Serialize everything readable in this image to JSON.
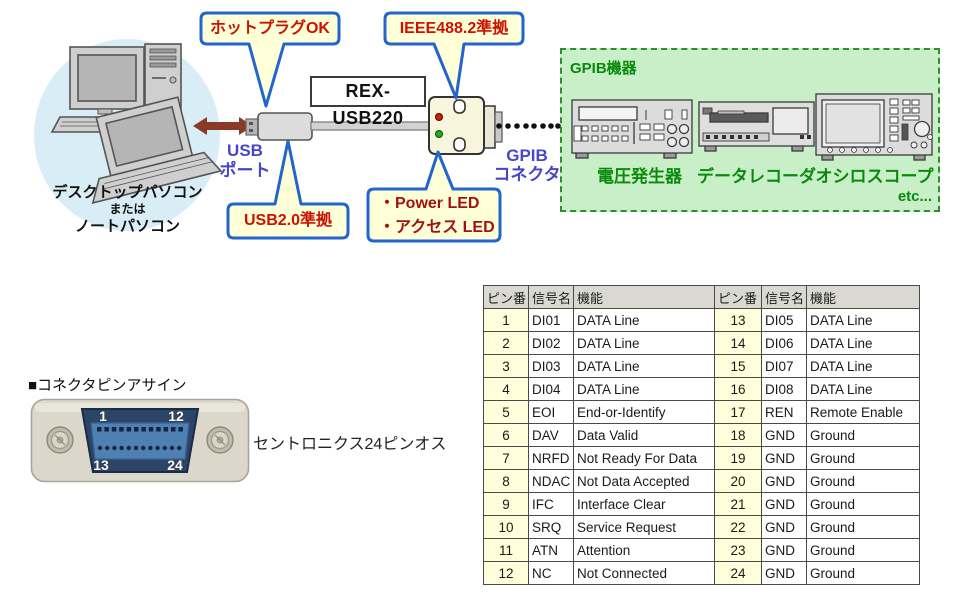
{
  "diagram": {
    "pc_caption": {
      "line1": "デスクトップパソコン",
      "line2": "または",
      "line3": "ノートパソコン"
    },
    "usb_port_label": {
      "line1": "USB",
      "line2": "ポート"
    },
    "product_label": "REX-USB220",
    "gpib_connector_label": {
      "line1": "GPIB",
      "line2": "コネクタ"
    },
    "callouts": {
      "hotplug": "ホットプラグOK",
      "ieee": "IEEE488.2準拠",
      "usb20": "USB2.0準拠",
      "led_line1": "・Power LED",
      "led_line2": "・アクセス LED"
    },
    "gpib_group": {
      "title": "GPIB機器",
      "devices": [
        "電圧発生器",
        "データレコーダ",
        "オシロスコープ"
      ],
      "etc_label": "etc..."
    },
    "colors": {
      "callout_border": "#2265cc",
      "callout_bg": "#ffffd8",
      "callout_text": "#cc1100",
      "accent_label": "#4646c6",
      "gpib_green": "#0a8a0a",
      "arrow_brown": "#8a3b28",
      "power_led": "#cc2200",
      "access_led": "#22aa22"
    }
  },
  "pin_section": {
    "heading": "■コネクタピンアサイン",
    "connector_caption": "セントロニクス24ピンオス",
    "pin_corner_labels": {
      "top_left": "1",
      "top_right": "12",
      "bottom_left": "13",
      "bottom_right": "24"
    }
  },
  "pin_table": {
    "headers": [
      "ピン番",
      "信号名",
      "機能",
      "ピン番",
      "信号名",
      "機能"
    ],
    "pin_bg_color": "#ffffdb",
    "header_bg_color": "#d9d9d2",
    "rows": [
      [
        "1",
        "DI01",
        "DATA Line",
        "13",
        "DI05",
        "DATA Line"
      ],
      [
        "2",
        "DI02",
        "DATA Line",
        "14",
        "DI06",
        "DATA Line"
      ],
      [
        "3",
        "DI03",
        "DATA Line",
        "15",
        "DI07",
        "DATA Line"
      ],
      [
        "4",
        "DI04",
        "DATA Line",
        "16",
        "DI08",
        "DATA Line"
      ],
      [
        "5",
        "EOI",
        "End-or-Identify",
        "17",
        "REN",
        "Remote Enable"
      ],
      [
        "6",
        "DAV",
        "Data Valid",
        "18",
        "GND",
        "Ground"
      ],
      [
        "7",
        "NRFD",
        "Not Ready For Data",
        "19",
        "GND",
        "Ground"
      ],
      [
        "8",
        "NDAC",
        "Not Data Accepted",
        "20",
        "GND",
        "Ground"
      ],
      [
        "9",
        "IFC",
        "Interface Clear",
        "21",
        "GND",
        "Ground"
      ],
      [
        "10",
        "SRQ",
        "Service Request",
        "22",
        "GND",
        "Ground"
      ],
      [
        "11",
        "ATN",
        "Attention",
        "23",
        "GND",
        "Ground"
      ],
      [
        "12",
        "NC",
        "Not Connected",
        "24",
        "GND",
        "Ground"
      ]
    ]
  }
}
